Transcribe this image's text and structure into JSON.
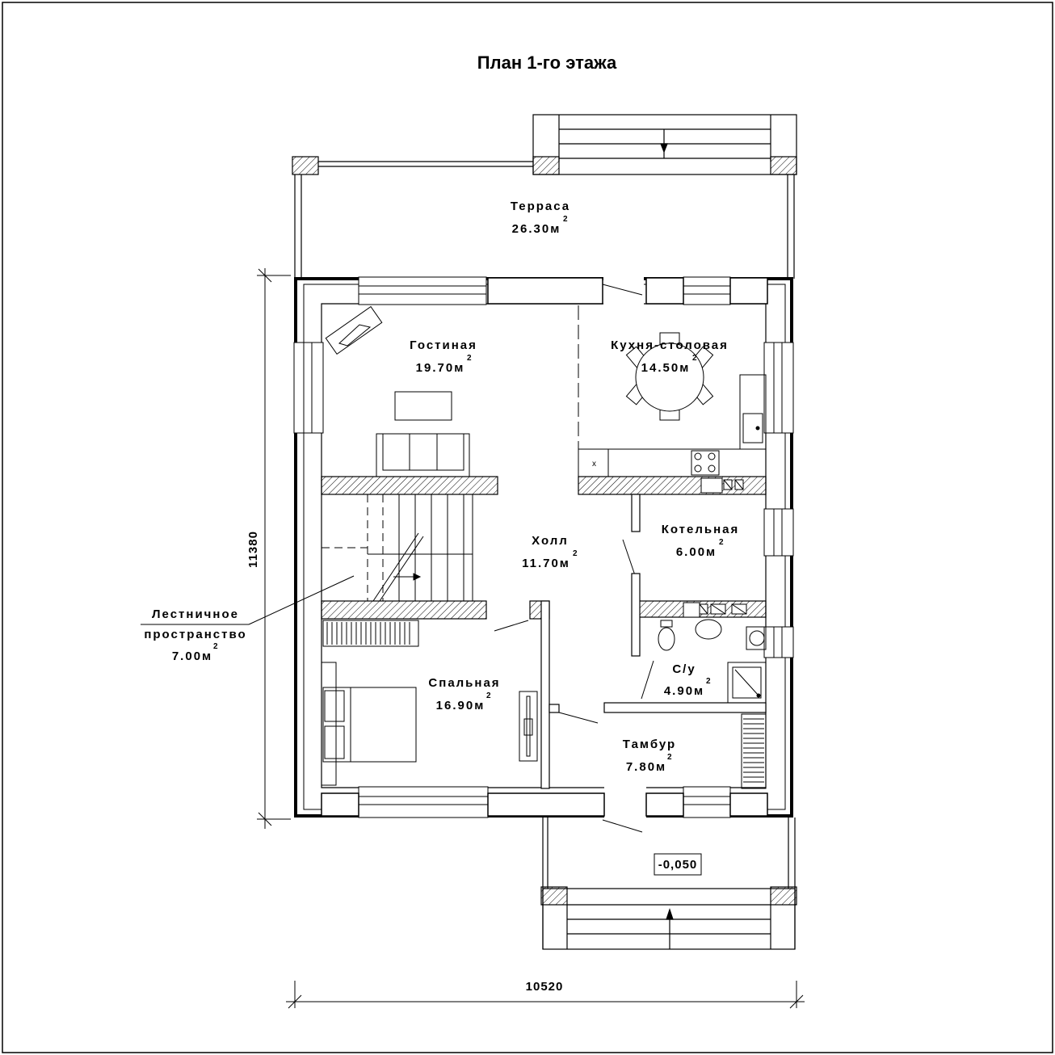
{
  "title": "План 1-го этажа",
  "rooms": [
    {
      "name": "Терраса",
      "area": "26.30м",
      "sup": "2"
    },
    {
      "name": "Гостиная",
      "area": "19.70м",
      "sup": "2"
    },
    {
      "name": "Кухня-столовая",
      "area": "14.50м",
      "sup": "2"
    },
    {
      "name": "Холл",
      "area": "11.70м",
      "sup": "2"
    },
    {
      "name": "Котельная",
      "area": "6.00м",
      "sup": "2"
    },
    {
      "name": "Лестничное",
      "name2": "пространство",
      "area": "7.00м",
      "sup": "2"
    },
    {
      "name": "Спальная",
      "area": "16.90м",
      "sup": "2"
    },
    {
      "name": "С/у",
      "area": "4.90м",
      "sup": "2"
    },
    {
      "name": "Тамбур",
      "area": "7.80м",
      "sup": "2"
    }
  ],
  "dimensions": {
    "height": "11380",
    "width": "10520"
  },
  "level_mark": "-0,050",
  "colors": {
    "line": "#000000",
    "background": "#ffffff"
  }
}
